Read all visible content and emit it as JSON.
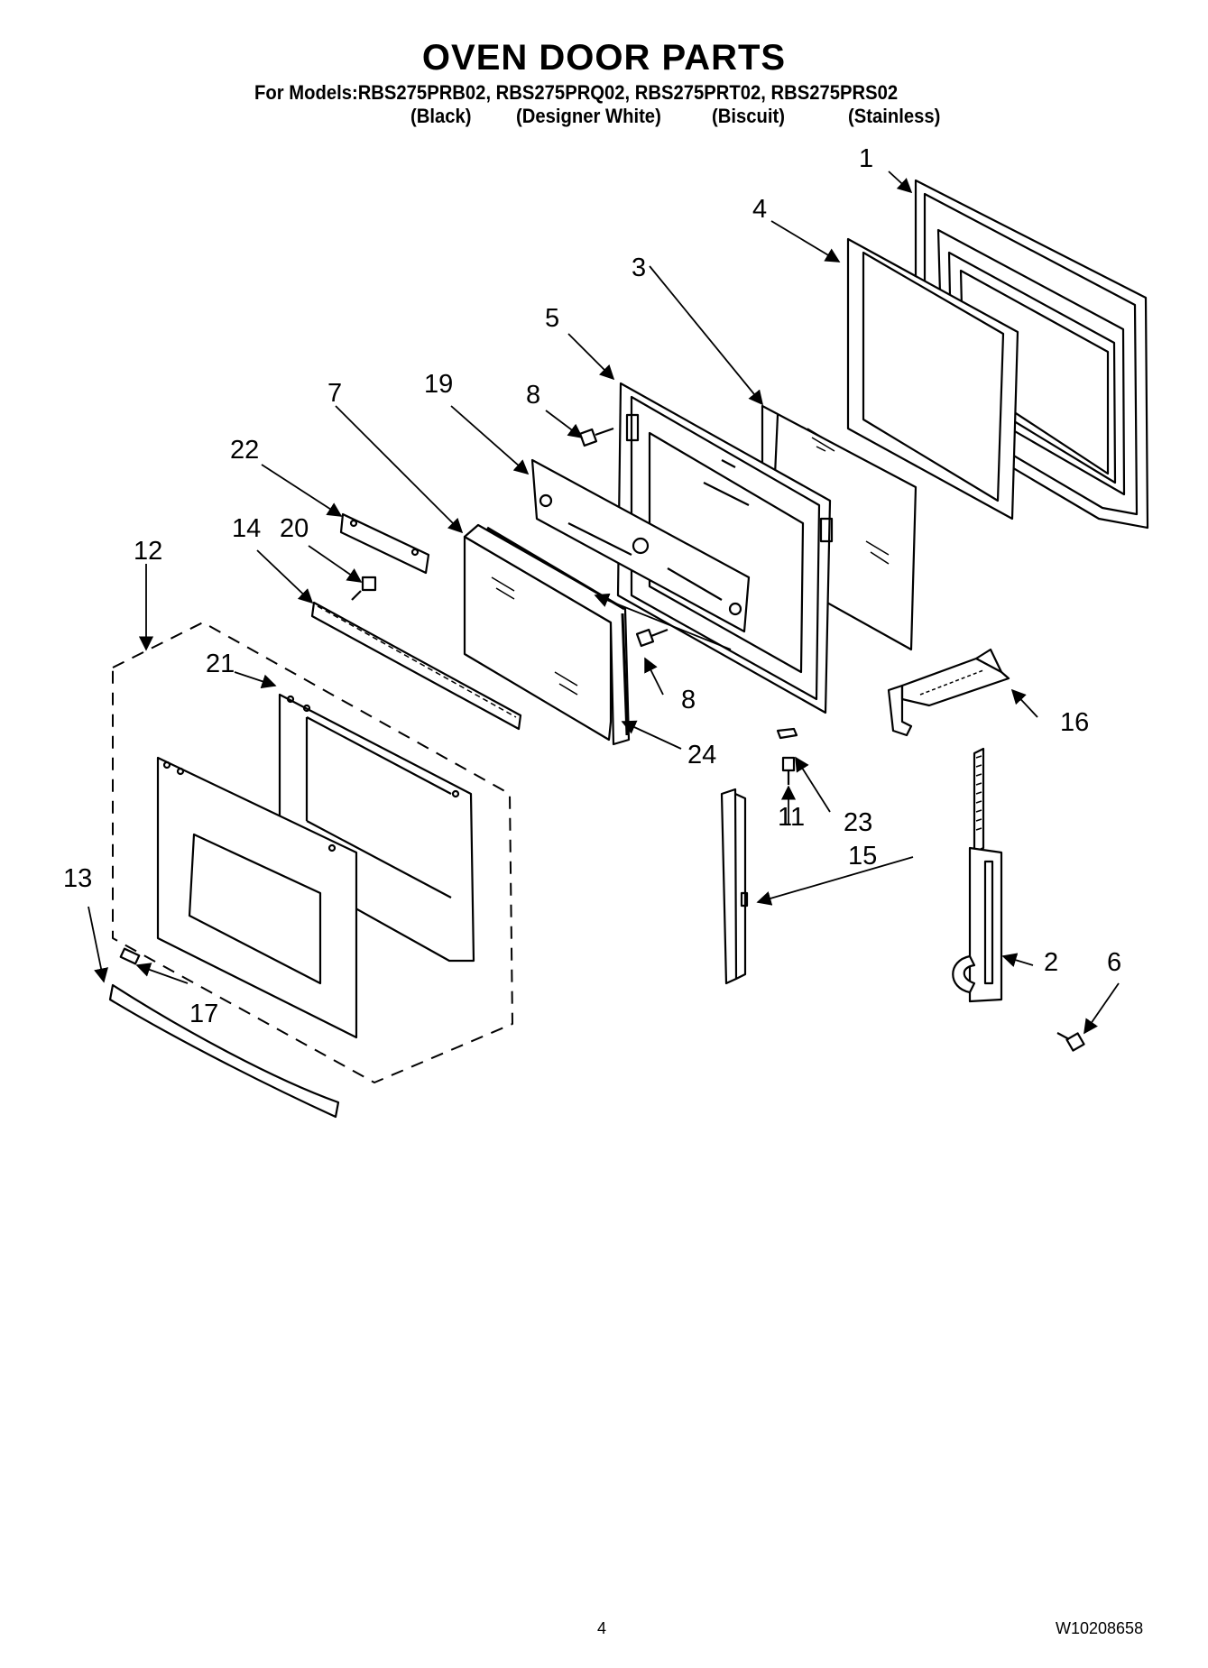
{
  "header": {
    "title": "OVEN DOOR PARTS",
    "models_line": "For Models:RBS275PRB02, RBS275PRQ02, RBS275PRT02, RBS275PRS02",
    "variants": [
      "(Black)",
      "(Designer White)",
      "(Biscuit)",
      "(Stainless)"
    ]
  },
  "callouts": {
    "c1": "1",
    "c2": "2",
    "c3": "3",
    "c4": "4",
    "c5": "5",
    "c6": "6",
    "c7": "7",
    "c8a": "8",
    "c8b": "8",
    "c11": "11",
    "c12": "12",
    "c13": "13",
    "c14": "14",
    "c15": "15",
    "c16": "16",
    "c17": "17",
    "c19": "19",
    "c20": "20",
    "c21": "21",
    "c22": "22",
    "c23": "23",
    "c24": "24"
  },
  "footer": {
    "page_number": "4",
    "doc_number": "W10208658"
  }
}
